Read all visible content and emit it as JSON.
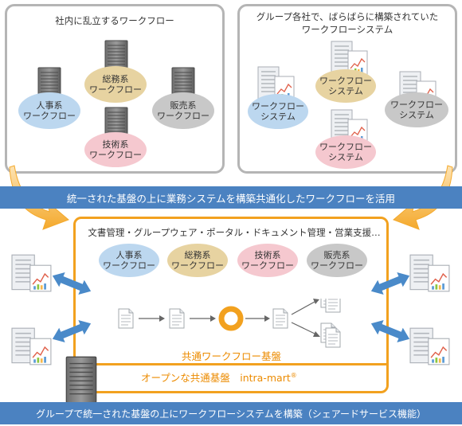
{
  "left_panel": {
    "title": "社内に乱立するワークフロー",
    "bubbles": [
      {
        "label": "人事系\nワークフロー"
      },
      {
        "label": "総務系\nワークフロー"
      },
      {
        "label": "販売系\nワークフロー"
      },
      {
        "label": "技術系\nワークフロー"
      }
    ]
  },
  "right_panel": {
    "title_line1": "グループ各社で、ばらばらに構築されていた",
    "title_line2": "ワークフローシステム",
    "bubbles": [
      {
        "label": "ワークフロー\nシステム"
      },
      {
        "label": "ワークフロー\nシステム"
      },
      {
        "label": "ワークフロー\nシステム"
      },
      {
        "label": "ワークフロー\nシステム"
      }
    ]
  },
  "top_banner": "統一された基盤の上に業務システムを構築共通化したワークフローを活用",
  "platform": {
    "caption": "文書管理・グループウェア・ポータル・ドキュメント管理・営業支援…",
    "bubbles": [
      {
        "label": "人事系\nワークフロー"
      },
      {
        "label": "総務系\nワークフロー"
      },
      {
        "label": "技術系\nワークフロー"
      },
      {
        "label": "販売系\nワークフロー"
      }
    ],
    "common_label": "共通ワークフロー基盤",
    "open_label": "オープンな共通基盤　intra-mart",
    "open_mark": "®"
  },
  "bottom_banner": "グループで統一された基盤の上にワークフローシステムを構築（シェアードサービス機能）",
  "colors": {
    "banner": "#4b82c1",
    "orange": "#f2a11f",
    "panel_border": "#b5b5b5",
    "arrow_blue": "#4a8ac9"
  }
}
